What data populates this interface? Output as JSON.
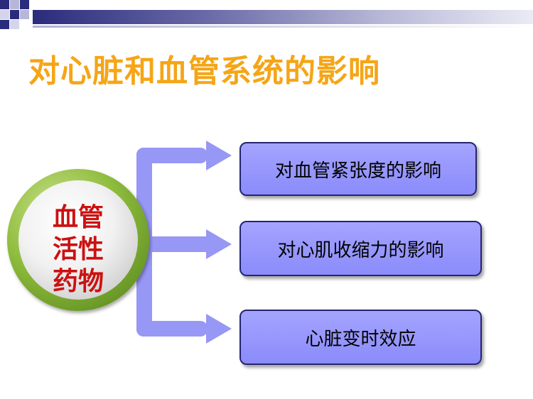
{
  "slide": {
    "title": "对心脏和血管系统的影响",
    "center": {
      "lines": [
        "血管",
        "活性",
        "药物"
      ]
    },
    "boxes": [
      {
        "label": "对血管紧张度的影响"
      },
      {
        "label": "对心肌收缩力的影响"
      },
      {
        "label": "心脏变时效应"
      }
    ]
  },
  "colors": {
    "title": "#f5a516",
    "center_text": "#cc1111",
    "box_fill": "#9a9aff",
    "box_border": "#242470",
    "connector": "#9797f5",
    "ring_green": "#8ebc3c"
  }
}
